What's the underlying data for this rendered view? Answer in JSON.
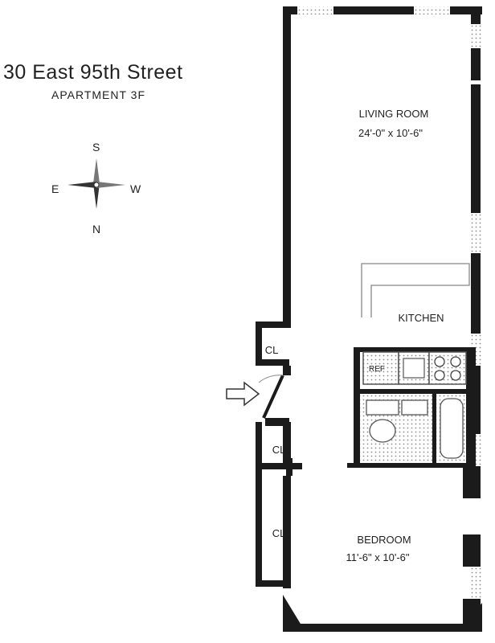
{
  "header": {
    "address": "30 East 95th Street",
    "apartment": "APARTMENT 3F"
  },
  "compass": {
    "s": "S",
    "w": "W",
    "e": "E",
    "n": "N"
  },
  "rooms": {
    "living_room": {
      "name": "LIVING ROOM",
      "dims": "24'-0\" x 10'-6\""
    },
    "kitchen": {
      "name": "KITCHEN"
    },
    "bedroom": {
      "name": "BEDROOM",
      "dims": "11'-6\" x 10'-6\""
    }
  },
  "closets": {
    "cl1": "CL",
    "cl2": "CL",
    "cl3": "CL"
  },
  "appliances": {
    "fridge": "REF"
  },
  "colors": {
    "wall": "#1b1b1b",
    "fixture": "#555555",
    "dot": "#8a8a8a"
  }
}
